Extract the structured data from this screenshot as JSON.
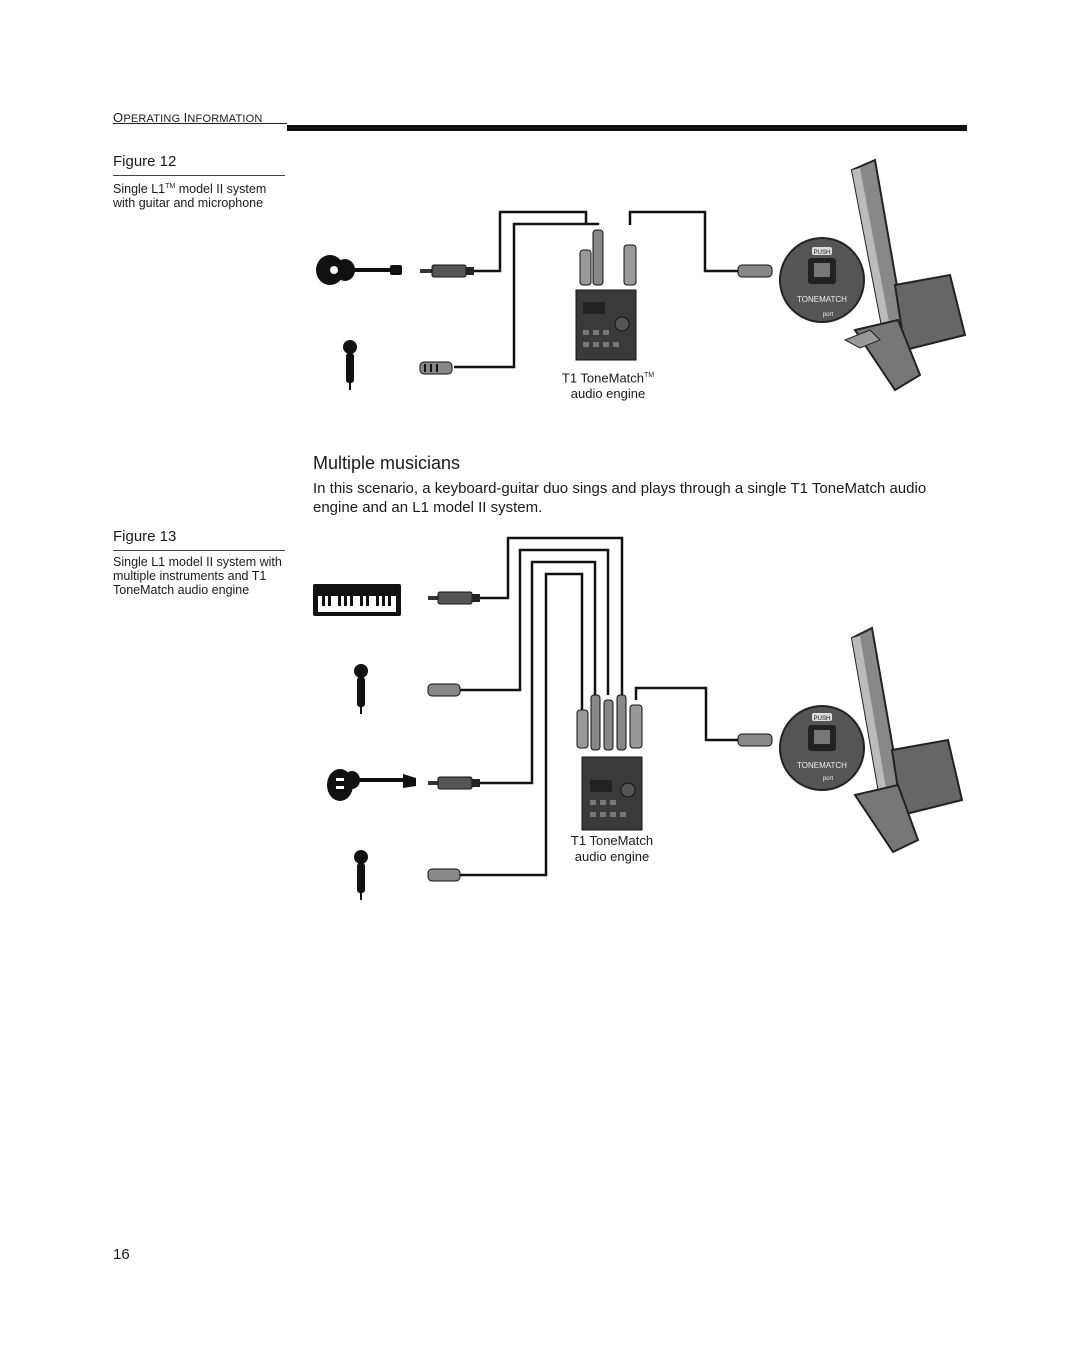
{
  "header": {
    "section_cap1": "O",
    "section_rest1": "PERATING ",
    "section_cap2": "I",
    "section_rest2": "NFORMATION"
  },
  "figure12": {
    "label": "Figure 12",
    "caption_line1_a": "Single L1",
    "caption_line1_tm": "TM",
    "caption_line1_b": " model II system",
    "caption_line2": "with guitar and microphone",
    "device_label_line1": "T1 ToneMatch",
    "device_label_tm": "TM",
    "device_label_line2": "audio engine"
  },
  "multiple_musicians": {
    "title": "Multiple musicians",
    "body": "In this scenario, a keyboard-guitar duo sings and plays through a single T1 ToneMatch audio engine and an L1 model II system."
  },
  "figure13": {
    "label": "Figure 13",
    "caption": "Single L1 model II system with multiple instruments and T1 ToneMatch audio engine",
    "device_label_line1": "T1 ToneMatch",
    "device_label_line2": "audio engine"
  },
  "tonematch_port": {
    "push_label": "PUSH",
    "logo": "TONEMATCH",
    "port_label": "port"
  },
  "page_number": "16"
}
